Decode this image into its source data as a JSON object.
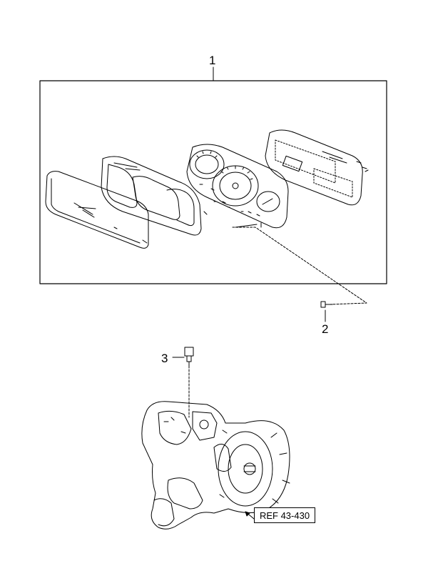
{
  "callouts": {
    "cluster_assembly": "1",
    "screw": "2",
    "speed_sensor": "3"
  },
  "reference": {
    "label": "REF 43-430"
  },
  "colors": {
    "line": "#000000",
    "background": "#ffffff"
  }
}
